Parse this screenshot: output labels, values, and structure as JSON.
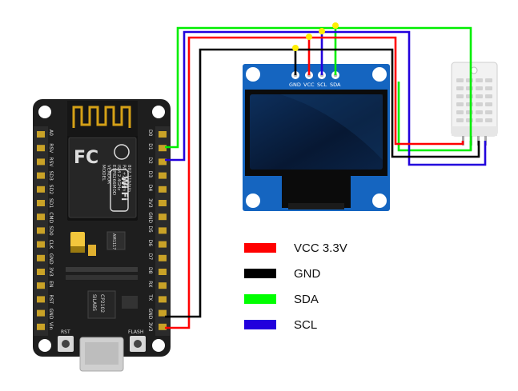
{
  "nodemcu": {
    "model_lines": [
      "MODEL",
      "VENDOR",
      "ESP8266MOD",
      "ISM 2.4GHz",
      "PA +25dBm",
      "802.11b/g/n"
    ],
    "fc_mark": "FC",
    "wifi_mark": "Wi Fi",
    "regulator": "AM1117",
    "usb_chip": [
      "SILABS",
      "CP2102"
    ],
    "buttons": [
      "RST",
      "FLASH"
    ],
    "right_pins": [
      "D0",
      "D1",
      "D2",
      "D3",
      "D4",
      "3V3",
      "GND",
      "D5",
      "D6",
      "D7",
      "D8",
      "RX",
      "TX",
      "GND",
      "3V3"
    ],
    "left_pins": [
      "A0",
      "RSV",
      "RSV",
      "SD3",
      "SD2",
      "SD1",
      "CMD",
      "SD0",
      "CLK",
      "GND",
      "3V3",
      "EN",
      "RST",
      "GND",
      "Vin"
    ]
  },
  "oled": {
    "pins": [
      "GND",
      "VCC",
      "SCL",
      "SDA"
    ]
  },
  "legend": [
    {
      "color": "#ff0000",
      "label": "VCC 3.3V"
    },
    {
      "color": "#000000",
      "label": "GND"
    },
    {
      "color": "#00ff00",
      "label": "SDA"
    },
    {
      "color": "#2200dd",
      "label": "SCL"
    }
  ],
  "colors": {
    "vcc": "#ff0000",
    "gnd": "#000000",
    "sda": "#00ee00",
    "scl": "#2200dd",
    "board": "#1e1e1e",
    "oled_pcb": "#1565c0",
    "screen": "#0a1e3c",
    "sensor": "#f2f2f2",
    "junction": "#ffee00"
  }
}
